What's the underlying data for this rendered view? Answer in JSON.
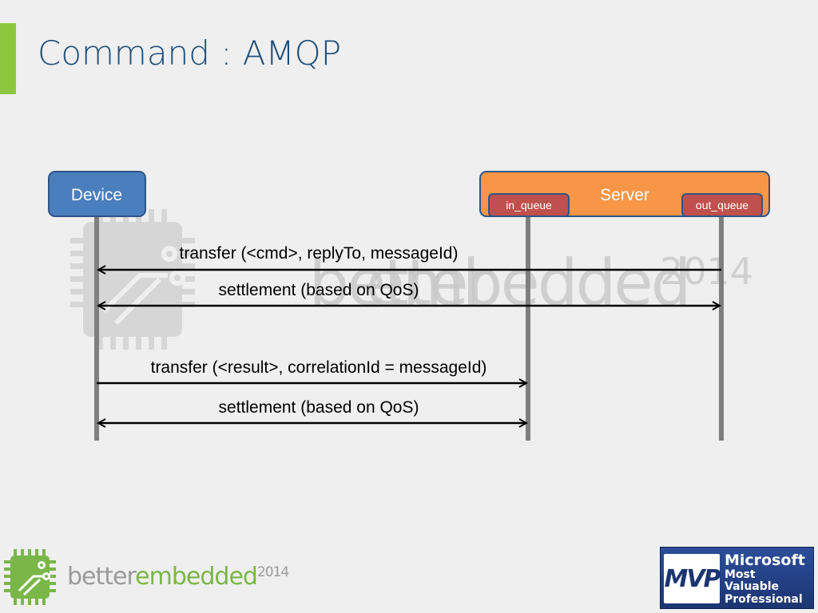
{
  "slide": {
    "title": "Command : AMQP"
  },
  "colors": {
    "accent_bar": "#8dc63f",
    "title": "#1f4e79",
    "device_box": "#4a7ebd",
    "server_box": "#f79646",
    "queue_box": "#c0504d",
    "lifeline": "#7f7f7f",
    "arrow": "#000000"
  },
  "participants": {
    "device": "Device",
    "server": "Server",
    "in_queue": "in_queue",
    "out_queue": "out_queue"
  },
  "messages": [
    {
      "label": "transfer (<cmd>, replyTo, messageId)",
      "from": "out_queue",
      "to": "device",
      "direction": "left"
    },
    {
      "label": "settlement (based on QoS)",
      "from": "device",
      "to": "out_queue",
      "direction": "both"
    },
    {
      "label": "transfer (<result>, correlationId = messageId)",
      "from": "device",
      "to": "in_queue",
      "direction": "right"
    },
    {
      "label": "settlement (based on QoS)",
      "from": "device",
      "to": "in_queue",
      "direction": "both"
    }
  ],
  "watermark": {
    "brand_better": "better",
    "brand_embedded": "embedded",
    "year": "2014"
  },
  "footer": {
    "brand_better": "better",
    "brand_embedded": "embedded",
    "year": "2014",
    "mvp_mark": "MVP",
    "mvp_company": "Microsoft",
    "mvp_line1": "Most Valuable",
    "mvp_line2": "Professional"
  }
}
